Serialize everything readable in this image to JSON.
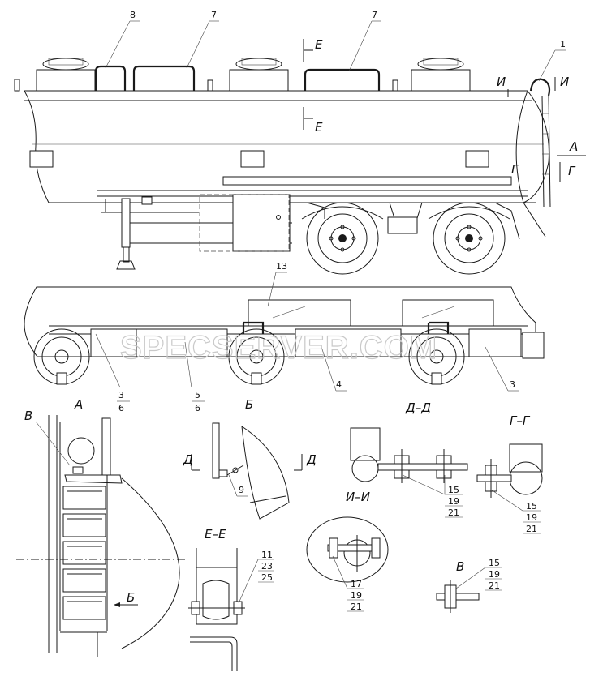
{
  "watermark": "SPECSERVER.COM",
  "callouts": {
    "c8": "8",
    "c7a": "7",
    "c7b": "7",
    "c1": "1",
    "c13": "13",
    "c4": "4",
    "c3": "3",
    "c9": "9",
    "a_top": "3",
    "a_bot": "6",
    "b_top": "5",
    "b_bot": "6",
    "dd_1": "15",
    "dd_2": "19",
    "dd_3": "21",
    "gg_1": "15",
    "gg_2": "19",
    "gg_3": "21",
    "ii_1": "17",
    "ii_2": "19",
    "ii_3": "21",
    "ee_1": "11",
    "ee_2": "23",
    "ee_3": "25",
    "v_1": "15",
    "v_2": "19",
    "v_3": "21"
  },
  "section_marks": {
    "E_top": "Е",
    "E_bot": "Е",
    "I_left": "И",
    "I_right": "И",
    "A_mark": "А",
    "G_mark": "Г",
    "D_left": "Д",
    "D_right": "Д",
    "B_arrow": "Б",
    "V_mark": "В"
  },
  "view_titles": {
    "A": "А",
    "B": "Б",
    "DD": "Д–Д",
    "GG": "Г–Г",
    "II": "И–И",
    "EE": "Е–Е",
    "V": "В"
  }
}
